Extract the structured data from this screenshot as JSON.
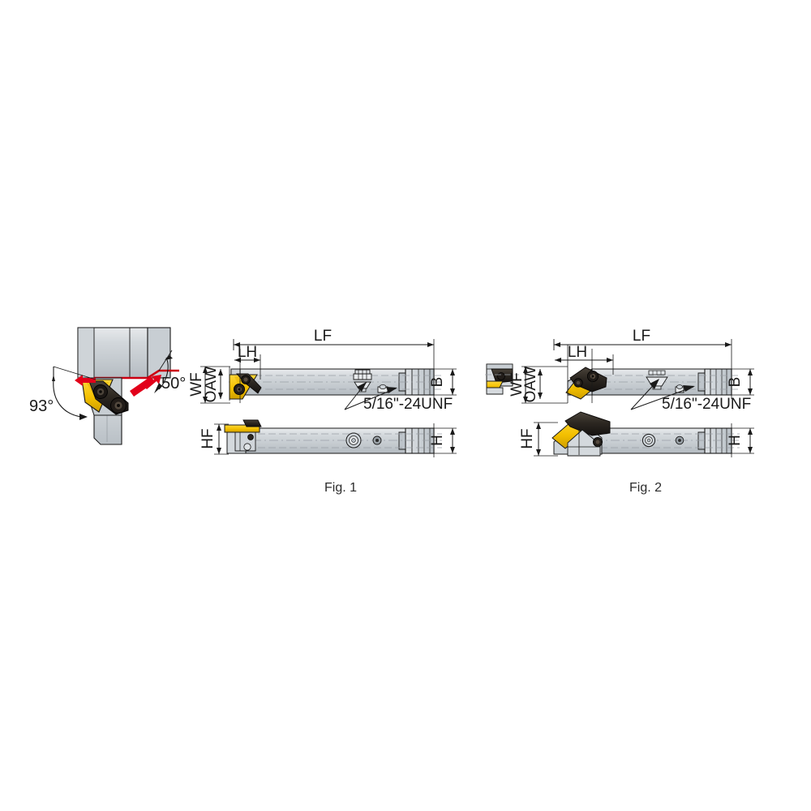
{
  "figure": {
    "background_color": "#ffffff",
    "title": "",
    "type": "technical-drawing",
    "description": "Indexable turning toolholder dimensional drawing with two figures"
  },
  "colors": {
    "steel_light": "#d9dde0",
    "steel_mid": "#c3c9ce",
    "steel_dark": "#a9b0b6",
    "insert_yellow": "#f5c400",
    "insert_yellow_dark": "#d9a800",
    "clamp_black": "#2a2520",
    "clamp_dark": "#3c352c",
    "arrow_red": "#e2001a",
    "cut_red": "#cc0011",
    "line_black": "#1a1a1a",
    "centerline": "#9aa0a6"
  },
  "detail_view": {
    "name": "lead-angle-detail",
    "angles": [
      {
        "label": "93°",
        "name": "lead-angle-93"
      },
      {
        "label": "50°",
        "name": "trailing-angle-50"
      }
    ]
  },
  "fig1": {
    "caption": "Fig. 1",
    "thread_label": "5/16\"-24UNF",
    "dimensions": {
      "LF": "LF",
      "LH": "LH",
      "WF": "WF",
      "OAW": "OAW",
      "HF": "HF",
      "B": "B",
      "H": "H"
    }
  },
  "fig2": {
    "caption": "Fig. 2",
    "thread_label": "5/16\"-24UNF",
    "dimensions": {
      "LF": "LF",
      "LH": "LH",
      "WF": "WF",
      "OAW": "OAW",
      "HF": "HF",
      "B": "B",
      "H": "H"
    }
  },
  "chart_data": {
    "type": "table",
    "title": "Toolholder dimension callouts",
    "categories": [
      "LF",
      "LH",
      "WF",
      "OAW",
      "HF",
      "B",
      "H"
    ],
    "values": [
      null,
      null,
      null,
      null,
      null,
      null,
      null
    ],
    "annotations": [
      "93°",
      "50°",
      "5/16\"-24UNF",
      "Fig. 1",
      "Fig. 2"
    ]
  }
}
